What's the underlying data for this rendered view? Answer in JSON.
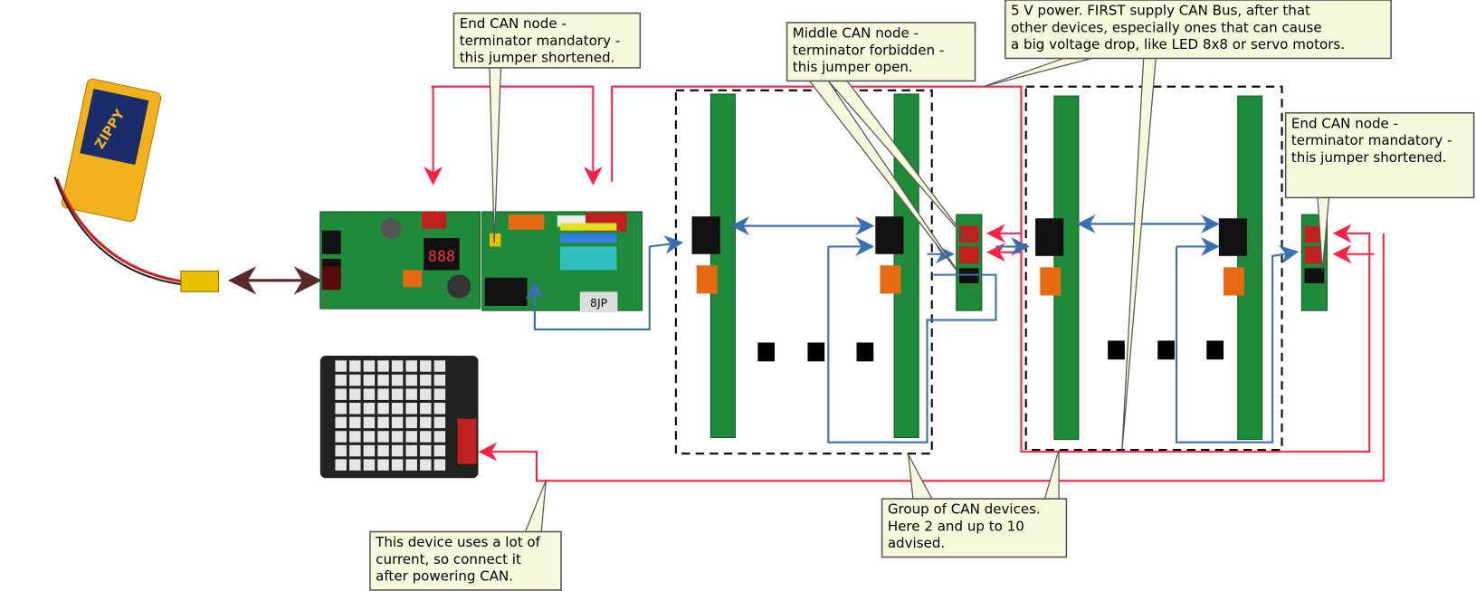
{
  "callouts": {
    "end_node_left": [
      "End CAN node -",
      "terminator mandatory -",
      "this jumper shortened."
    ],
    "middle_node": [
      "Middle CAN node -",
      "terminator forbidden -",
      "this jumper open."
    ],
    "power": [
      "5 V power. FIRST supply CAN Bus, after that",
      "other devices, especially ones that can cause",
      "a big voltage drop, like LED 8x8 or servo motors."
    ],
    "end_node_right": [
      "End CAN node -",
      "terminator mandatory -",
      "this jumper shortened."
    ],
    "group": [
      "Group of CAN devices.",
      "Here 2 and up to 10",
      "advised."
    ],
    "led_device": [
      "This device uses a lot of",
      "current, so connect it",
      "after powering CAN."
    ]
  },
  "labels": {
    "battery_brand": "ZIPPY",
    "usb_marking": "8JP",
    "display_digits": "888"
  },
  "colors": {
    "power_wire": "#ff2045",
    "can_wire": "#3a6fb0",
    "note_fill": "#f7f9dd",
    "pcb": "#1f8a3a"
  }
}
